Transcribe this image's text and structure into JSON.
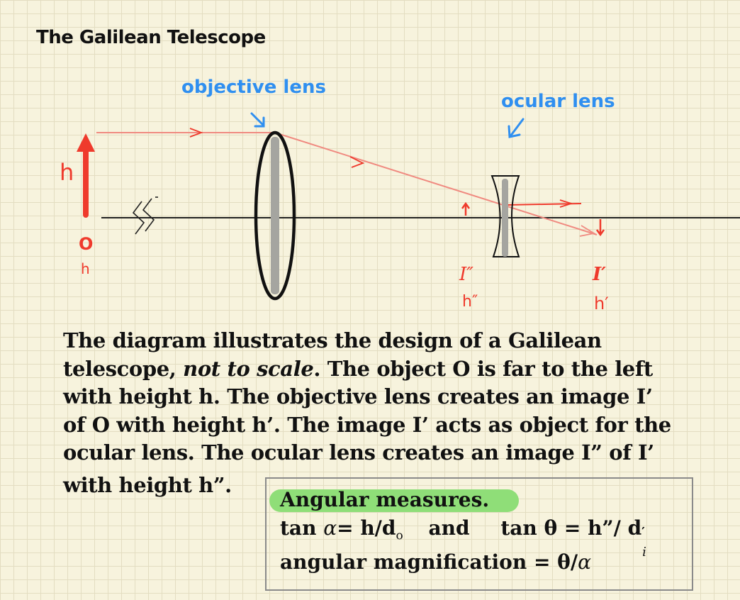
{
  "title": "The Galilean Telescope",
  "labels": {
    "objective_lens": "objective lens",
    "ocular_lens": "ocular lens",
    "object_height_side": "h",
    "object_name": "O",
    "object_height": "h",
    "image1_name": "I′",
    "image1_height": "h′",
    "image2_name": "I″",
    "image2_height": "h″"
  },
  "description": {
    "line1": "The diagram illustrates the design of a Galilean",
    "line2_pre": "telescope, ",
    "line2_italic": "not to scale",
    "line2_post": ". The object O is far to the left",
    "line3": "with height h. The objective lens creates an image I’",
    "line4": "of O with height h’.  The image I’ acts as object for the",
    "line5": "ocular lens. The ocular lens creates an image I” of I’",
    "line6": "with height h”."
  },
  "angular_box": {
    "heading": "Angular measures.",
    "formula1_pre": "tan ",
    "alpha": "α",
    "formula1_post": "= h/d",
    "sub_o": "o",
    "and": "and",
    "formula2_pre": "tan θ  =  h”/ d",
    "sub_i": "i",
    "sup_i": "′",
    "magnification_pre": "angular magnification = θ/",
    "alpha2": "α"
  },
  "colors": {
    "red": "#ef3a2c",
    "ray_pink": "#f08a80",
    "blue": "#2f8ff0",
    "lens_gray": "#a5a5a0",
    "highlight": "#8fde78",
    "box_border": "#8a8a8a"
  }
}
